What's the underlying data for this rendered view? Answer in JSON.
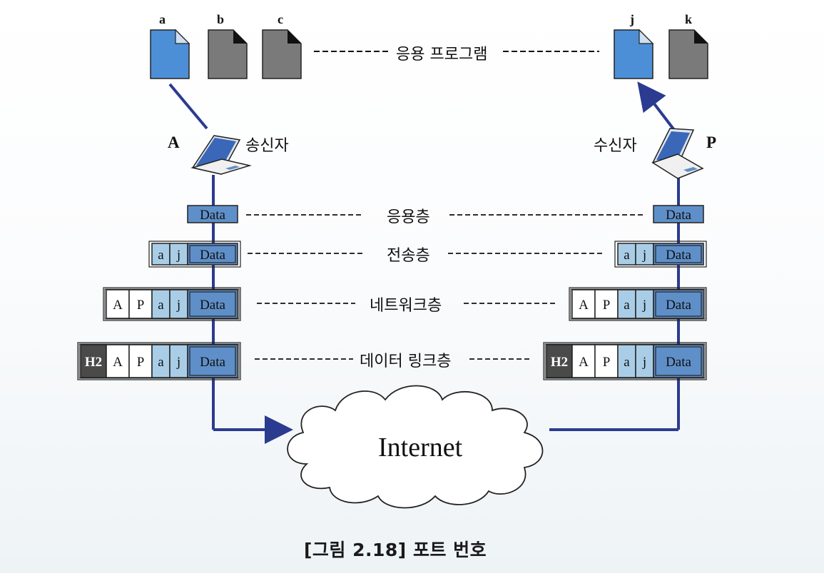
{
  "top": {
    "sender_files": [
      "a",
      "b",
      "c"
    ],
    "receiver_files": [
      "j",
      "k"
    ],
    "app_label": "응용 프로그램"
  },
  "hosts": {
    "sender_letter": "A",
    "sender_label": "송신자",
    "receiver_letter": "P",
    "receiver_label": "수신자"
  },
  "layers": [
    "응용층",
    "전송층",
    "네트워크층",
    "데이터 링크층"
  ],
  "packet": {
    "data": "Data",
    "src_port": "a",
    "dst_port": "j",
    "src_host": "A",
    "dst_host": "P",
    "frame": "H2"
  },
  "cloud_label": "Internet",
  "caption": "[그림 2.18]  포트 번호",
  "colors": {
    "line": "#2b3b8f",
    "data_fill": "#5f8fc8",
    "port_fill": "#a9cde6",
    "file_blue": "#4d8fd6",
    "file_gray": "#7a7a7a",
    "h2_fill": "#4a4a4a"
  }
}
